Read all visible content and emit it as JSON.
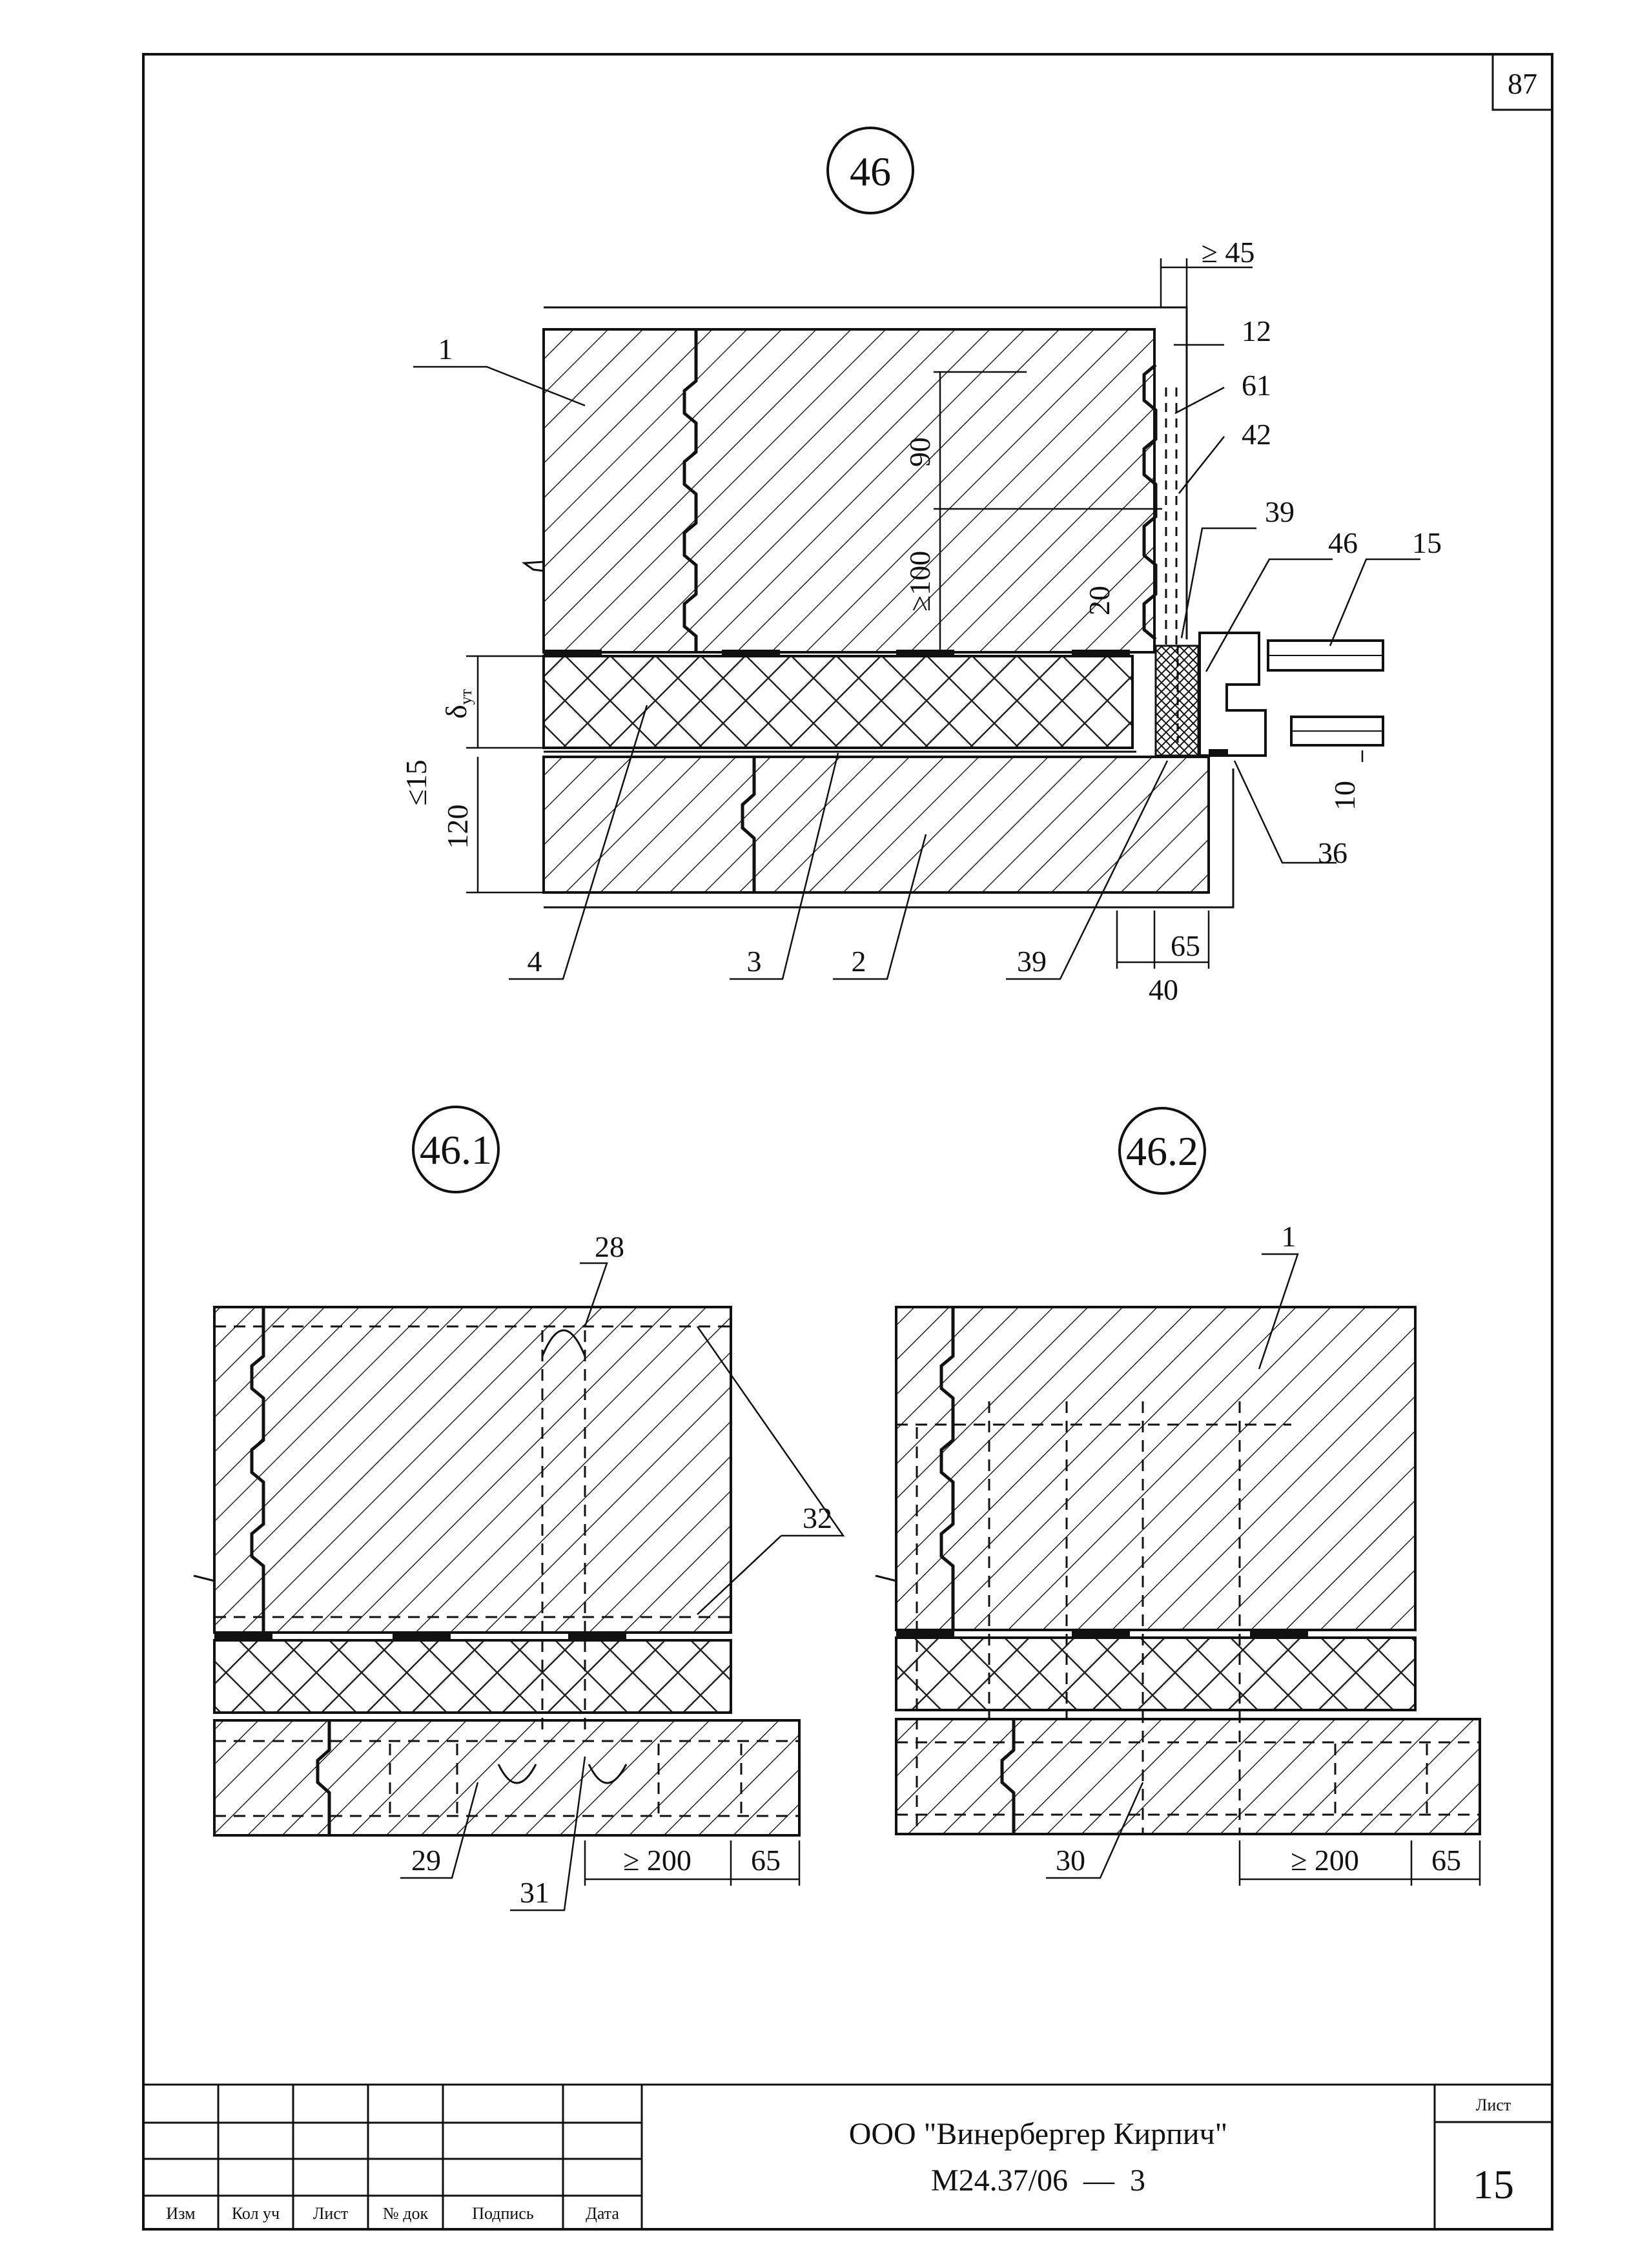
{
  "page_number": "87",
  "detail_main": "46",
  "detail_1": "46.1",
  "detail_2": "46.2",
  "main_labels": {
    "l1": "1",
    "l12": "12",
    "l61": "61",
    "l42": "42",
    "l39a": "39",
    "l46": "46",
    "l15": "15",
    "l36": "36",
    "l4": "4",
    "l3": "3",
    "l2": "2",
    "l39b": "39"
  },
  "main_dims": {
    "d45": "≥ 45",
    "d90": "90",
    "d100": "≥100",
    "d20": "20",
    "d_ins": "δ",
    "d_ins_sub": "ут",
    "d15": "≤15",
    "d120": "120",
    "d10": "10",
    "d65": "65",
    "d40": "40"
  },
  "d1_labels": {
    "l28": "28",
    "l32": "32",
    "l29": "29",
    "l31": "31",
    "d200": "≥ 200",
    "d65": "65"
  },
  "d2_labels": {
    "l1": "1",
    "l30": "30",
    "d200": "≥ 200",
    "d65": "65"
  },
  "title_block": {
    "company": "ООО \"Винербергер Кирпич\"",
    "doc_code": "М24.37/06",
    "dash": "—",
    "doc_num": "3",
    "sheet_label": "Лист",
    "sheet_number": "15",
    "cols": [
      "Изм",
      "Кол уч",
      "Лист",
      "№ док",
      "Подпись",
      "Дата"
    ]
  }
}
